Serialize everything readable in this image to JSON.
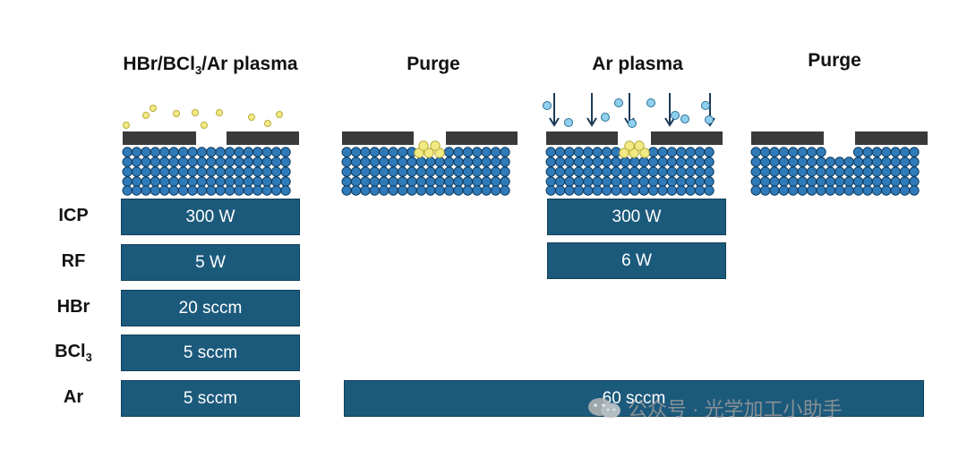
{
  "steps": [
    {
      "title_main": "HBr/BCl",
      "title_sub": "3",
      "title_rest": "/Ar plasma"
    },
    {
      "title": "Purge"
    },
    {
      "title": "Ar plasma"
    },
    {
      "title": "Purge"
    }
  ],
  "rows": [
    {
      "label": "ICP"
    },
    {
      "label": "RF"
    },
    {
      "label": "HBr"
    },
    {
      "label_main": "BCl",
      "label_sub": "3"
    },
    {
      "label": "Ar"
    }
  ],
  "bars": {
    "icp_step1": "300 W",
    "rf_step1": "5 W",
    "hbr_step1": "20 sccm",
    "bcl3_step1": "5 sccm",
    "ar_step1": "5 sccm",
    "icp_step3": "300 W",
    "rf_step3": "6 W",
    "ar_steps2to4": "60 sccm"
  },
  "watermark": {
    "text": "公众号 · 光学加工小助手"
  },
  "colors": {
    "bar": "#1c5a7c",
    "atom": "#2f7ab8",
    "atom_stroke": "#0d3b5e",
    "mask": "#3a3a3a",
    "byproduct": "#f2ea84",
    "ion": "#8fd0ee",
    "arrow": "#1c3a57"
  }
}
